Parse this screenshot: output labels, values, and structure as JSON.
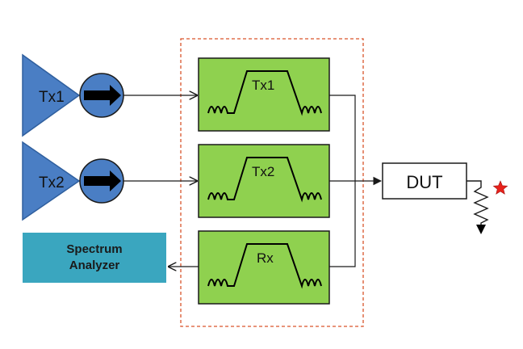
{
  "amplifiers": [
    {
      "label": "Tx1"
    },
    {
      "label": "Tx2"
    }
  ],
  "filters": [
    {
      "label": "Tx1"
    },
    {
      "label": "Tx2"
    },
    {
      "label": "Rx"
    }
  ],
  "dut": {
    "label": "DUT"
  },
  "analyzer": {
    "line1": "Spectrum",
    "line2": "Analyzer"
  },
  "colors": {
    "amplifier": "#4a7ec4",
    "amplifier_stroke": "#2f5f9e",
    "filter_fill": "#8fd14f",
    "filter_stroke": "#1a1a1a",
    "analyzer": "#3aa6bf",
    "dashed_box": "#d9542b",
    "star": "#e8221b",
    "wire": "#1a1a1a"
  }
}
